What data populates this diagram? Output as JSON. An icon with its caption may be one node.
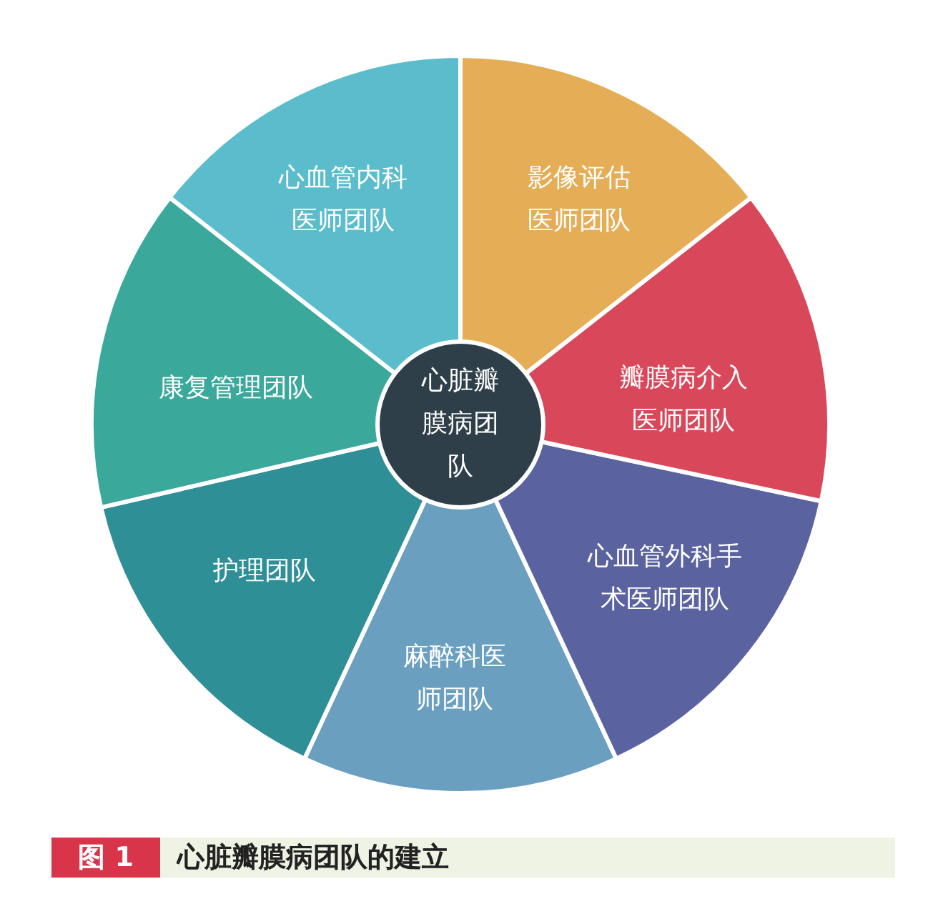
{
  "diagram": {
    "caption": "心脏瓣膜病团队的建立",
    "nodes": [
      {
        "text": [
          "心血管内科医师团队"
        ]
      },
      {
        "text": [
          "影像评估医师团队"
        ]
      },
      {
        "text": [
          "康复管理团队"
        ]
      },
      {
        "text": [
          "心脏瓣膜病团队"
        ]
      },
      {
        "text": [
          "瓣膜病介入医师团队"
        ]
      },
      {
        "text": [
          "心血管外科手术医师团队"
        ]
      },
      {
        "text": [
          "护理团队"
        ]
      },
      {
        "text": [
          "麻醉科医师团队"
        ]
      }
    ],
    "edges": [],
    "labels": [
      "图 1"
    ]
  }
}
